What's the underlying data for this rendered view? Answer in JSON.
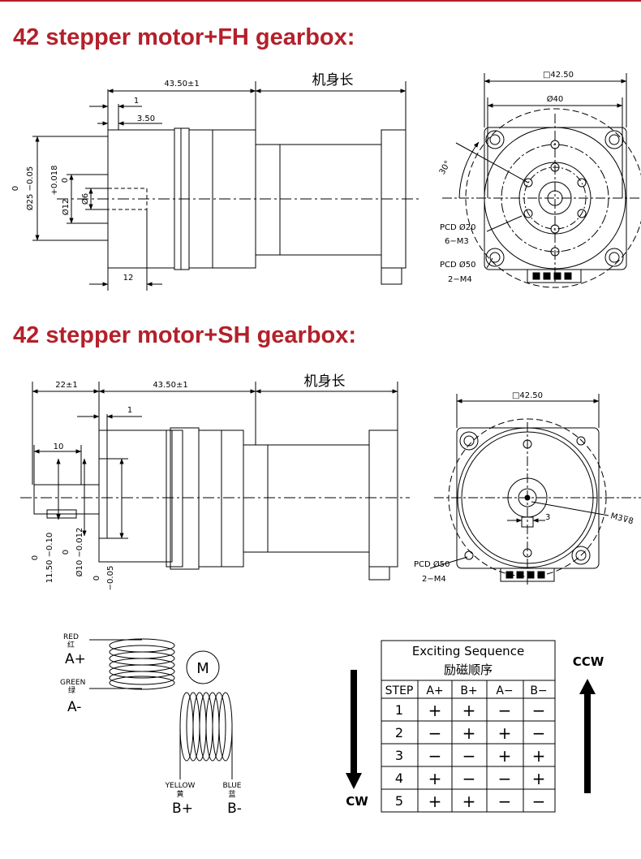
{
  "fh": {
    "title": "42 stepper motor+FH gearbox:",
    "dim_length": "43.50±1",
    "dim_body": "机身长",
    "dim_1": "1",
    "dim_350": "3.50",
    "dim_12": "12",
    "tol_d25_a": "0",
    "tol_d25_b": "Ø25 −0.05",
    "tol_d12_a": "+0.018",
    "tol_d12_b": "0",
    "tol_d12_c": "Ø12",
    "tol_d6": "Ø6",
    "front_square": "□42.50",
    "front_d40": "Ø40",
    "front_angle": "30°",
    "front_pcd20": "PCD Ø20",
    "front_6m3": "6−M3",
    "front_pcd50": "PCD Ø50",
    "front_2m4": "2−M4"
  },
  "sh": {
    "title": "42 stepper motor+SH gearbox:",
    "dim_22": "22±1",
    "dim_length": "43.50±1",
    "dim_body": "机身长",
    "dim_1": "1",
    "dim_10": "10",
    "tol_a0": "0",
    "tol_a": "11.50 −0.10",
    "tol_b0": "0",
    "tol_b": "Ø10 −0.012",
    "tol_c0": "0",
    "tol_c": "−0.05",
    "front_square": "□42.50",
    "front_m3": "M3⊽8",
    "front_3": "3",
    "front_pcd50": "PCD Ø50",
    "front_2m4": "2−M4"
  },
  "wiring": {
    "red_en": "RED",
    "red_cn": "红",
    "a_plus": "A+",
    "green_en": "GREEN",
    "green_cn": "绿",
    "a_minus": "A-",
    "motor": "M",
    "yellow_en": "YELLOW",
    "yellow_cn": "黄",
    "b_plus": "B+",
    "blue_en": "BLUE",
    "blue_cn": "蓝",
    "b_minus": "B-"
  },
  "sequence": {
    "title_en": "Exciting Sequence",
    "title_cn": "励磁顺序",
    "headers": [
      "STEP",
      "A+",
      "B+",
      "A−",
      "B−"
    ],
    "rows": [
      [
        "1",
        "+",
        "+",
        "−",
        "−"
      ],
      [
        "2",
        "−",
        "+",
        "+",
        "−"
      ],
      [
        "3",
        "−",
        "−",
        "+",
        "+"
      ],
      [
        "4",
        "+",
        "−",
        "−",
        "+"
      ],
      [
        "5",
        "+",
        "+",
        "−",
        "−"
      ]
    ],
    "ccw": "CCW",
    "cw": "CW"
  }
}
